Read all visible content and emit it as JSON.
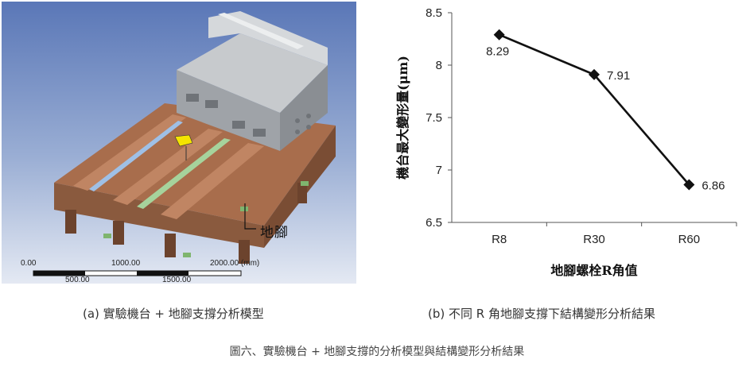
{
  "left_panel": {
    "annotation": "地腳",
    "scale_bar": {
      "top_labels": [
        "0.00",
        "1000.00",
        "2000.00 (mm)"
      ],
      "bottom_labels": [
        "500.00",
        "1500.00"
      ]
    }
  },
  "captions": {
    "panel_a": "(a) 實驗機台 + 地腳支撐分析模型",
    "panel_b": "(b) 不同 R 角地腳支撐下結構變形分析結果",
    "figure": "圖六、實驗機台 + 地腳支撐的分析模型與結構變形分析結果"
  },
  "colors": {
    "model_background_top": "#5b78b8",
    "model_background_bottom": "#e6ebf4",
    "base_brown": "#9a6446",
    "column_gray": "#b9bdc2",
    "line": "#111111"
  },
  "chart_data": {
    "type": "line",
    "categories": [
      "R8",
      "R30",
      "R60"
    ],
    "values": [
      8.29,
      7.91,
      6.86
    ],
    "data_labels": [
      "8.29",
      "7.91",
      "6.86"
    ],
    "ylabel": "機台最大變形量(μm)",
    "xlabel": "地腳螺栓R角值",
    "ylim": [
      6.5,
      8.5
    ],
    "yticks": [
      6.5,
      7,
      7.5,
      8,
      8.5
    ],
    "ytick_labels": [
      "6.5",
      "7",
      "7.5",
      "8",
      "8.5"
    ],
    "marker": "diamond",
    "grid": false
  }
}
